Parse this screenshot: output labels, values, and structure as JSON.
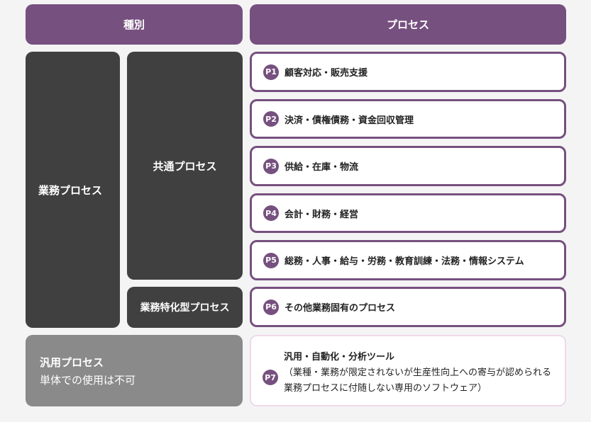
{
  "header": {
    "type_label": "種別",
    "process_label": "プロセス"
  },
  "categories": {
    "business": "業務プロセス",
    "common": "共通プロセス",
    "specialized": "業務特化型プロセス",
    "generic_line1": "汎用プロセス",
    "generic_line2": "単体での使用は不可"
  },
  "processes": [
    {
      "badge": "P1",
      "label": "顧客対応・販売支援"
    },
    {
      "badge": "P2",
      "label": "決済・債権債務・資金回収管理"
    },
    {
      "badge": "P3",
      "label": "供給・在庫・物流"
    },
    {
      "badge": "P4",
      "label": "会計・財務・経営"
    },
    {
      "badge": "P5",
      "label": "総務・人事・給与・労務・教育訓練・法務・情報システム"
    },
    {
      "badge": "P6",
      "label": "その他業務固有のプロセス"
    }
  ],
  "p7": {
    "badge": "P7",
    "title": "汎用・自動化・分析ツール",
    "description": "（業種・業務が限定されないが生産性向上への寄与が認められる業務プロセスに付随しない専用のソフトウェア）"
  },
  "colors": {
    "accent": "#76507f",
    "dark": "#404040",
    "gray": "#8a8a8a",
    "light_border": "#efd9ea"
  }
}
